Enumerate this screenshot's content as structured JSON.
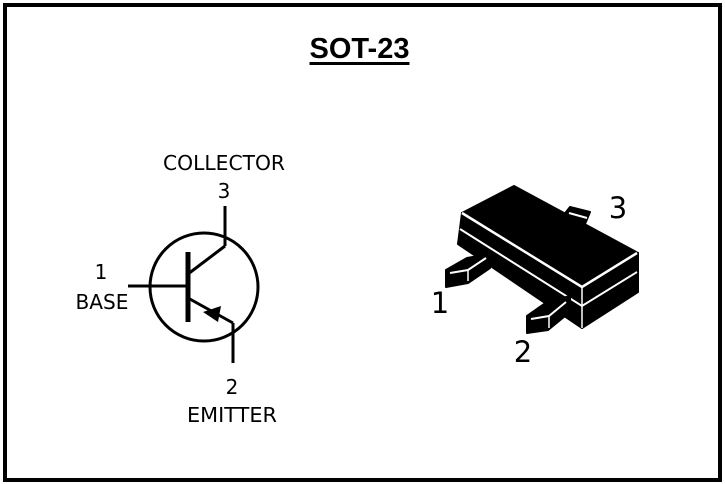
{
  "title": "SOT-23",
  "symbol": {
    "collector_label": "COLLECTOR",
    "collector_pin": "3",
    "base_pin": "1",
    "base_label": "BASE",
    "emitter_pin": "2",
    "emitter_label": "EMITTER"
  },
  "package": {
    "pin1": "1",
    "pin2": "2",
    "pin3": "3"
  },
  "colors": {
    "ink": "#000000",
    "background": "#ffffff"
  }
}
